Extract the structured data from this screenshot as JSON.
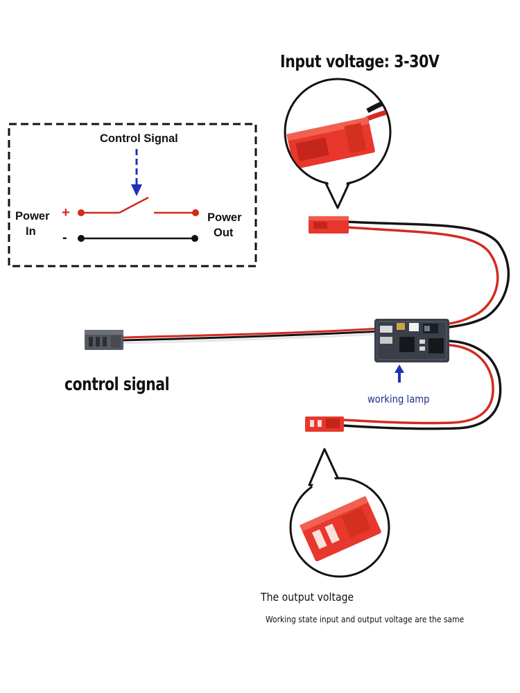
{
  "header": {
    "input_voltage": "Input voltage: 3-30V"
  },
  "schematic": {
    "control_signal": "Control Signal",
    "power_in_line1": "Power",
    "power_in_line2": "In",
    "power_out_line1": "Power",
    "power_out_line2": "Out",
    "plus_sign": "+",
    "minus_sign": "-"
  },
  "labels": {
    "control_signal": "control signal",
    "working_lamp": "working lamp",
    "output_voltage": "The output voltage",
    "working_state": "Working state input and output voltage are the same"
  },
  "colors": {
    "connector_red": "#e8372c",
    "wire_red": "#d42a20",
    "wire_black": "#141414",
    "arrow_blue": "#1f2fb8",
    "pcb_dark": "#3a3f4a"
  }
}
